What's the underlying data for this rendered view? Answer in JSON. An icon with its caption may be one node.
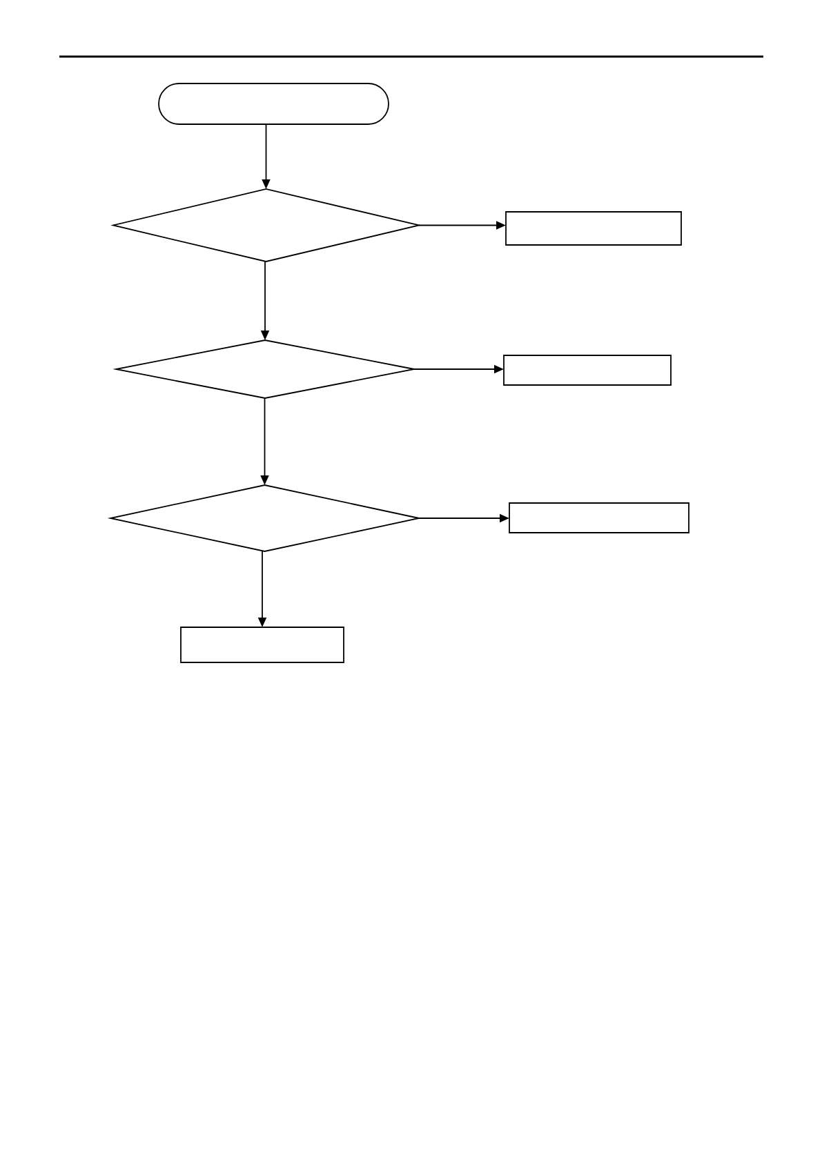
{
  "diagram": {
    "nodes": [
      {
        "text": [],
        "shape": "oval"
      },
      {
        "text": [],
        "shape": "diamond"
      },
      {
        "text": [],
        "shape": "box"
      },
      {
        "text": [],
        "shape": "diamond"
      },
      {
        "text": [],
        "shape": "box"
      },
      {
        "text": [],
        "shape": "diamond"
      },
      {
        "text": [],
        "shape": "box"
      },
      {
        "text": [],
        "shape": "box"
      }
    ],
    "edges": [
      {
        "from": 0,
        "to": 1,
        "arrow": "to"
      },
      {
        "from": 1,
        "to": 2,
        "arrow": "to"
      },
      {
        "from": 1,
        "to": 3,
        "arrow": "to"
      },
      {
        "from": 3,
        "to": 4,
        "arrow": "to"
      },
      {
        "from": 3,
        "to": 5,
        "arrow": "to"
      },
      {
        "from": 5,
        "to": 6,
        "arrow": "to"
      },
      {
        "from": 5,
        "to": 7,
        "arrow": "to"
      }
    ]
  }
}
